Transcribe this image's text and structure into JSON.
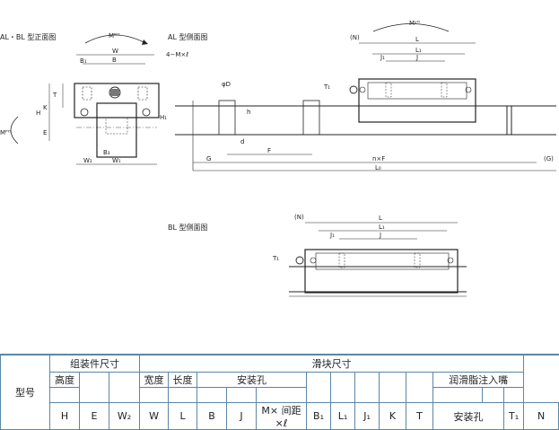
{
  "drawing": {
    "view_captions": {
      "front": "AL・BL 型正面图",
      "side_al": "AL 型侧面图",
      "side_bl": "BL 型侧面图"
    },
    "front_labels": {
      "mro": "Mᴿᴼ",
      "w": "W",
      "b": "B",
      "b1": "B₁",
      "m": "4−M×ℓ",
      "t": "T",
      "k": "K",
      "h": "H",
      "e": "E",
      "w2": "W₂",
      "b3": "B₃",
      "w1": "W₁",
      "mpo": "Mᴾᴼ"
    },
    "rail_labels": {
      "phid": "φD",
      "h": "h",
      "d": "d",
      "h1": "H₁",
      "f": "F",
      "g": "G",
      "nf": "n×F",
      "g2": "(G)",
      "l0": "L₀"
    },
    "block_labels": {
      "myo": "Mʸᴼ",
      "n": "(N)",
      "l": "L",
      "l1": "L₁",
      "j1": "J₁",
      "j": "J",
      "t1": "T₁"
    }
  },
  "table": {
    "row1": {
      "model": "型号",
      "assembly": "组装件尺寸",
      "block": "滑块尺寸"
    },
    "row2": {
      "height": "高度",
      "width": "宽度",
      "length": "长度",
      "mount": "安装孔",
      "grease": "润滑脂注入嘴"
    },
    "row4": [
      "H",
      "E",
      "W₂",
      "W",
      "L",
      "B",
      "J",
      "M× 间距 ×ℓ",
      "B₁",
      "L₁",
      "J₁",
      "K",
      "T",
      "安装孔",
      "T₁",
      "N"
    ]
  }
}
